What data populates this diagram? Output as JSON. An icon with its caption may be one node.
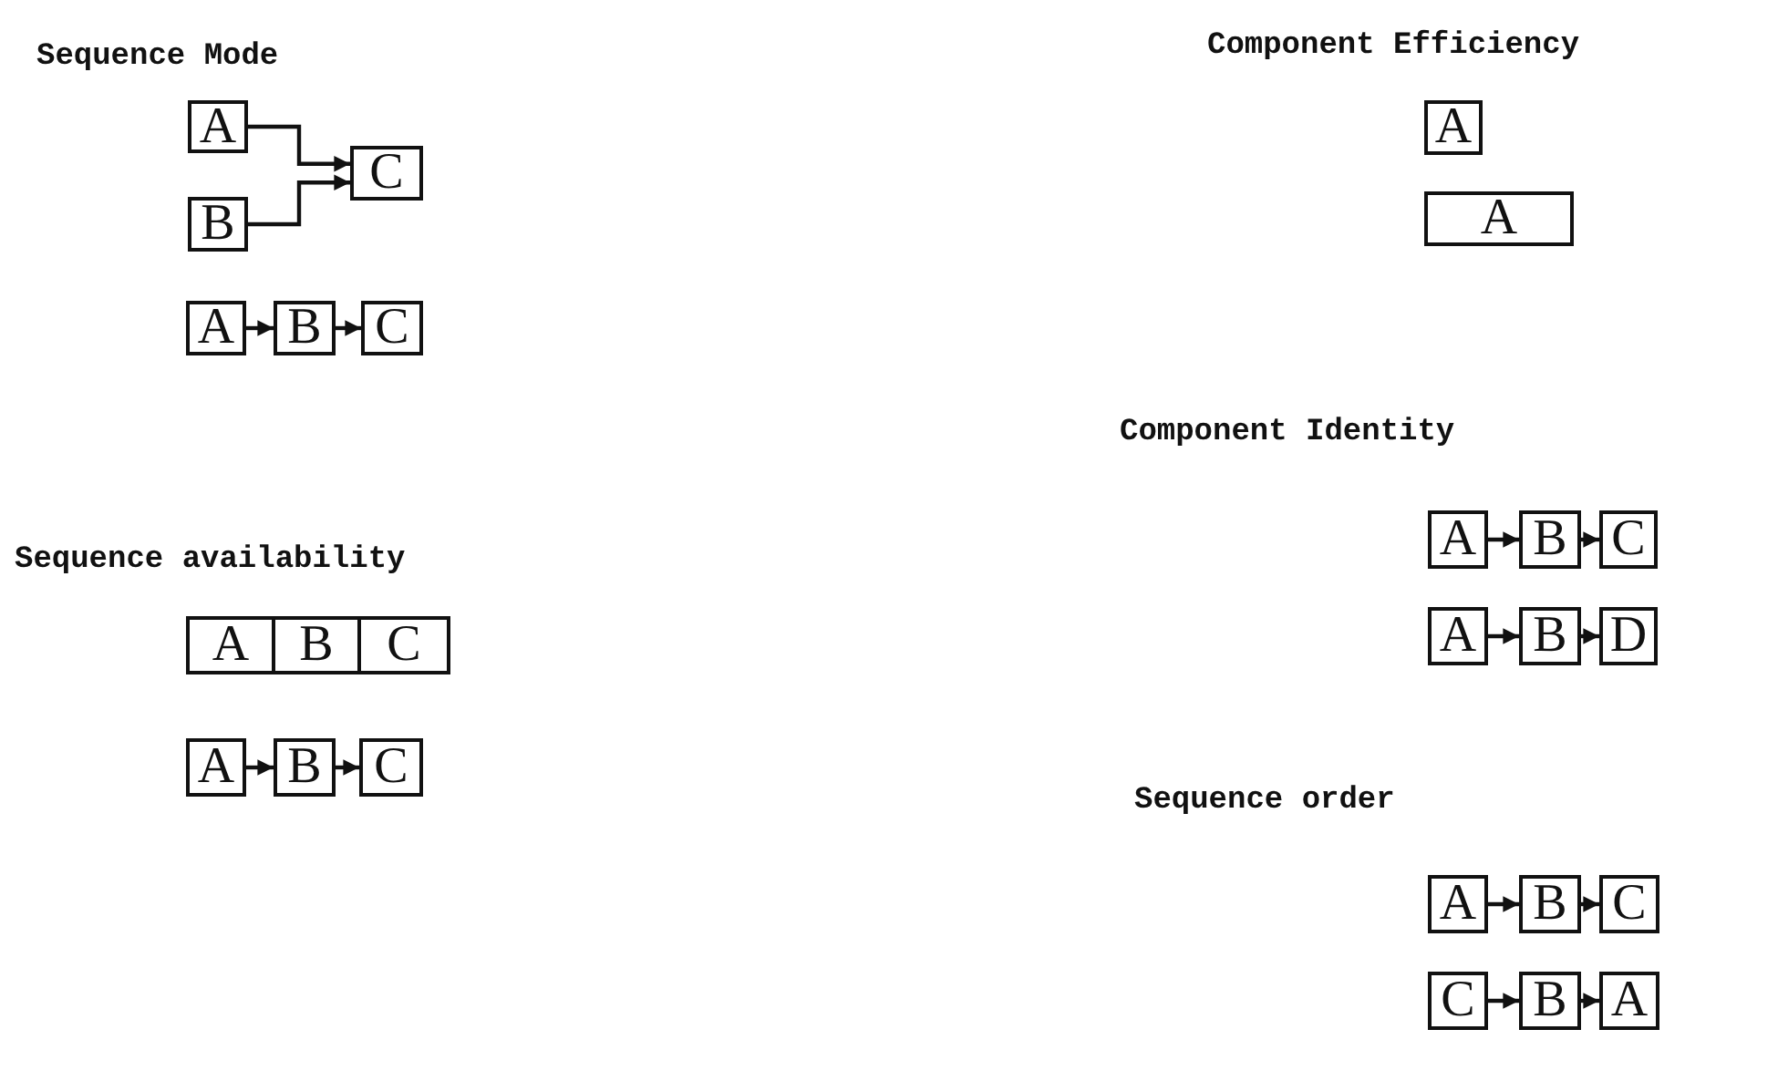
{
  "diagram": {
    "nodes": [
      {
        "text": [
          "A"
        ]
      },
      {
        "text": [
          "B"
        ]
      },
      {
        "text": [
          "C"
        ]
      },
      {
        "text": [
          "A"
        ]
      },
      {
        "text": [
          "B"
        ]
      },
      {
        "text": [
          "C"
        ]
      },
      {
        "text": [
          "A"
        ]
      },
      {
        "text": [
          "B"
        ]
      },
      {
        "text": [
          "C"
        ]
      },
      {
        "text": [
          "A"
        ]
      },
      {
        "text": [
          "B"
        ]
      },
      {
        "text": [
          "C"
        ]
      },
      {
        "text": [
          "A"
        ]
      },
      {
        "text": [
          "A"
        ]
      },
      {
        "text": [
          "A"
        ]
      },
      {
        "text": [
          "B"
        ]
      },
      {
        "text": [
          "C"
        ]
      },
      {
        "text": [
          "A"
        ]
      },
      {
        "text": [
          "B"
        ]
      },
      {
        "text": [
          "D"
        ]
      },
      {
        "text": [
          "A"
        ]
      },
      {
        "text": [
          "B"
        ]
      },
      {
        "text": [
          "C"
        ]
      },
      {
        "text": [
          "C"
        ]
      },
      {
        "text": [
          "B"
        ]
      },
      {
        "text": [
          "A"
        ]
      }
    ],
    "edges": [
      {
        "from": 0,
        "to": 2,
        "arrow": "to"
      },
      {
        "from": 1,
        "to": 2,
        "arrow": "to"
      },
      {
        "from": 3,
        "to": 4,
        "arrow": "to"
      },
      {
        "from": 4,
        "to": 5,
        "arrow": "to"
      },
      {
        "from": 9,
        "to": 10,
        "arrow": "to"
      },
      {
        "from": 10,
        "to": 11,
        "arrow": "to"
      },
      {
        "from": 14,
        "to": 15,
        "arrow": "to"
      },
      {
        "from": 15,
        "to": 16,
        "arrow": "to"
      },
      {
        "from": 17,
        "to": 18,
        "arrow": "to"
      },
      {
        "from": 18,
        "to": 19,
        "arrow": "to"
      },
      {
        "from": 20,
        "to": 21,
        "arrow": "to"
      },
      {
        "from": 21,
        "to": 22,
        "arrow": "to"
      },
      {
        "from": 23,
        "to": 24,
        "arrow": "to"
      },
      {
        "from": 24,
        "to": 25,
        "arrow": "to"
      }
    ],
    "labels": [
      "Sequence Mode",
      "Sequence availability",
      "Component Efficiency",
      "Component Identity",
      "Sequence order"
    ]
  }
}
